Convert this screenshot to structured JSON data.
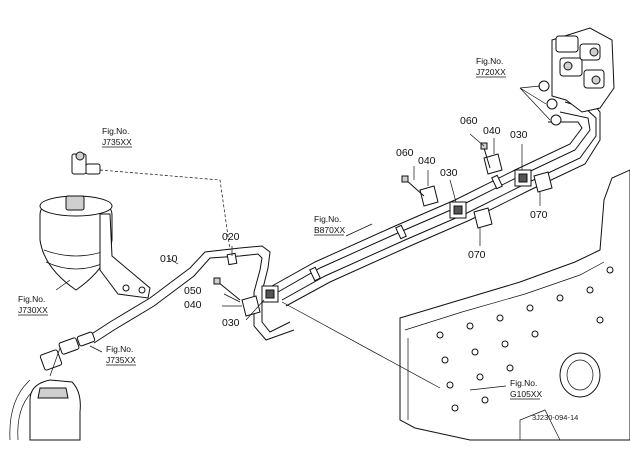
{
  "labels": {
    "p010": "010",
    "p020": "020",
    "p030a": "030",
    "p030b": "030",
    "p030c": "030",
    "p040a": "040",
    "p040b": "040",
    "p040c": "040",
    "p050": "050",
    "p060a": "060",
    "p060b": "060",
    "p070a": "070",
    "p070b": "070"
  },
  "fig_refs": {
    "j720": {
      "prefix": "Fig.No.",
      "code": "J720XX"
    },
    "j735_top": {
      "prefix": "Fig.No.",
      "code": "J735XX"
    },
    "j730": {
      "prefix": "Fig.No.",
      "code": "J730XX"
    },
    "j735_bottom": {
      "prefix": "Fig.No.",
      "code": "J735XX"
    },
    "b870": {
      "prefix": "Fig.No.",
      "code": "B870XX"
    },
    "g105": {
      "prefix": "Fig.No.",
      "code": "G105XX"
    }
  },
  "drawing_code": "3J230-094-14"
}
